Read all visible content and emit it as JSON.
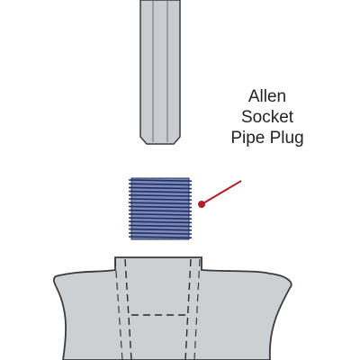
{
  "callout": {
    "lines": [
      "Allen",
      "Socket",
      "Pipe Plug"
    ]
  },
  "colors": {
    "outline": "#3a3a3a",
    "hex_key_fill": "#c9ccd0",
    "plug_fill": "#7c88b6",
    "plug_thread_dark": "#1f2f63",
    "housing_fill": "#cdd0d3",
    "leader_line": "#b21d2b",
    "background": "#ffffff"
  },
  "icons": {
    "hex_key": "allen-hex-key-icon",
    "plug": "threaded-pipe-plug-icon",
    "housing": "threaded-port-housing-icon"
  }
}
